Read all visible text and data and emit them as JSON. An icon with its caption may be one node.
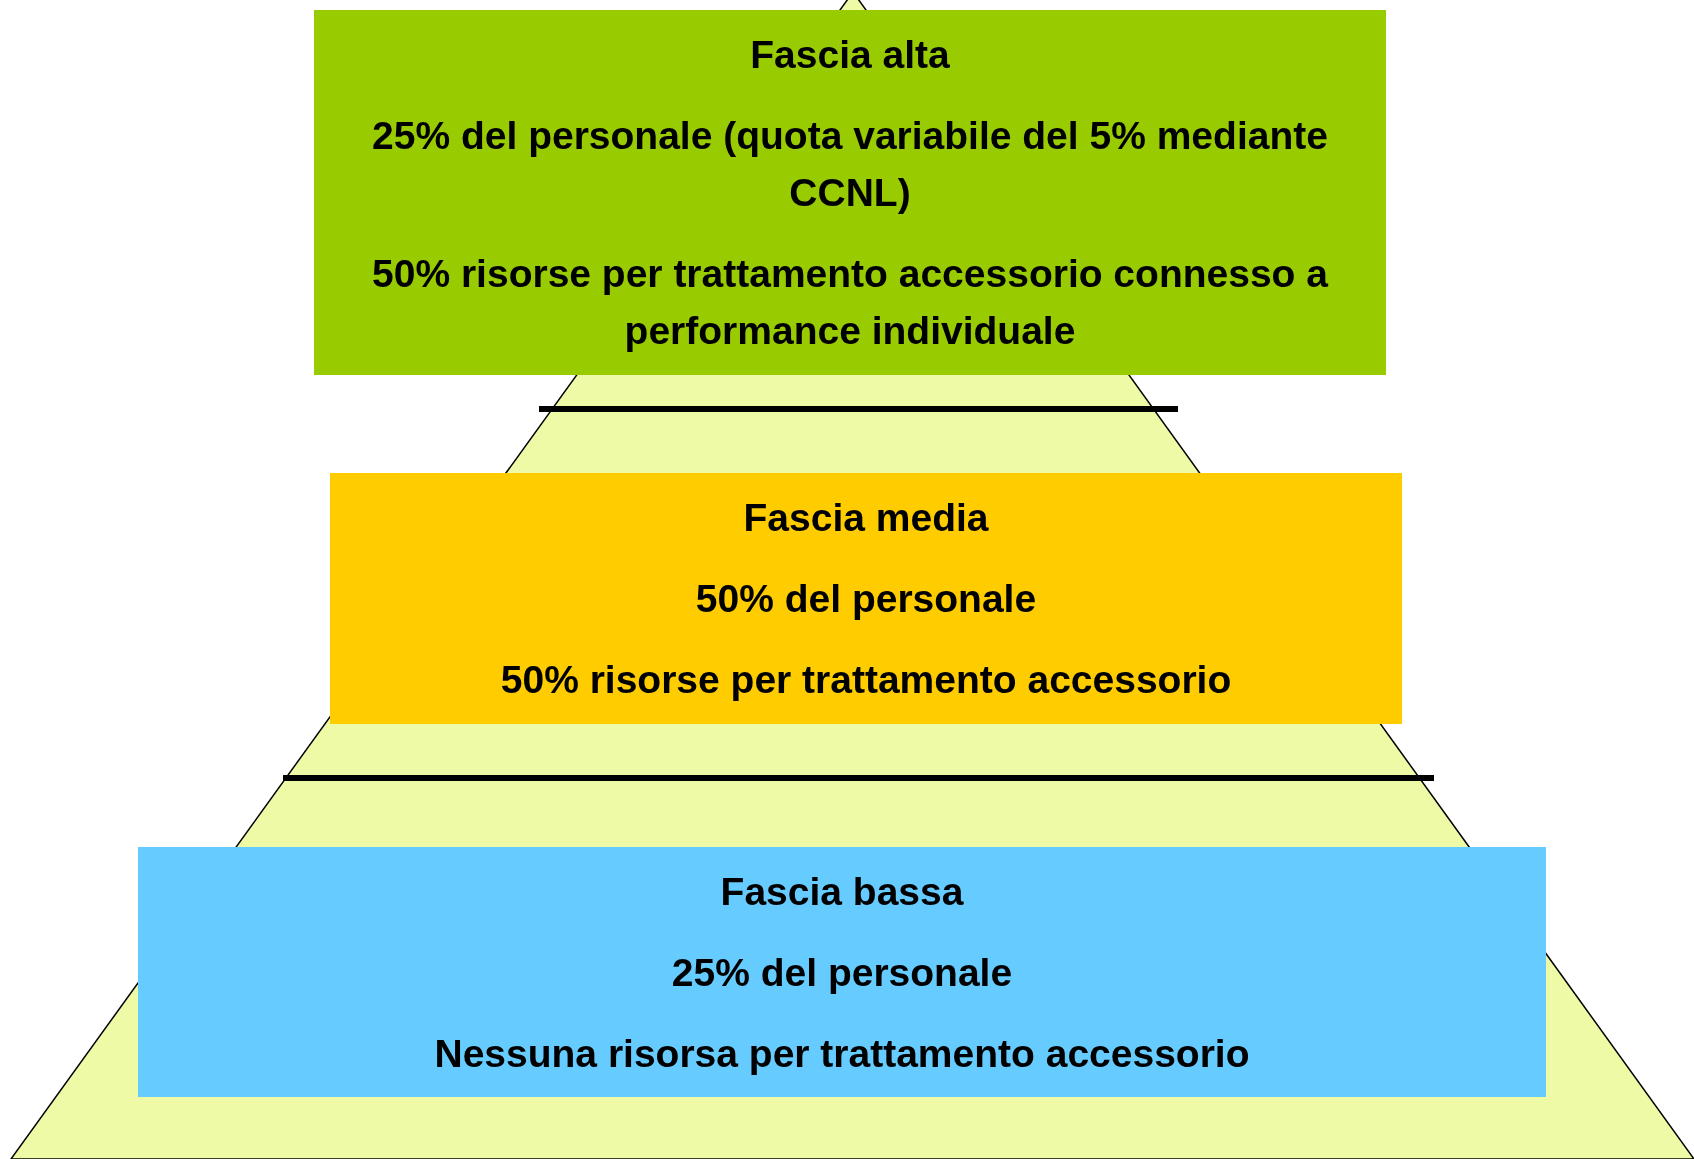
{
  "diagram": {
    "nodes": [
      {
        "text": [
          "Fascia alta",
          "25% del personale (quota variabile del 5% mediante CCNL)",
          "50% risorse per trattamento accessorio connesso a performance individuale"
        ]
      },
      {
        "text": [
          "Fascia media",
          "50% del personale",
          "50% risorse per trattamento accessorio"
        ]
      },
      {
        "text": [
          "Fascia bassa",
          "25% del personale",
          "Nessuna risorsa per trattamento accessorio"
        ]
      }
    ]
  }
}
